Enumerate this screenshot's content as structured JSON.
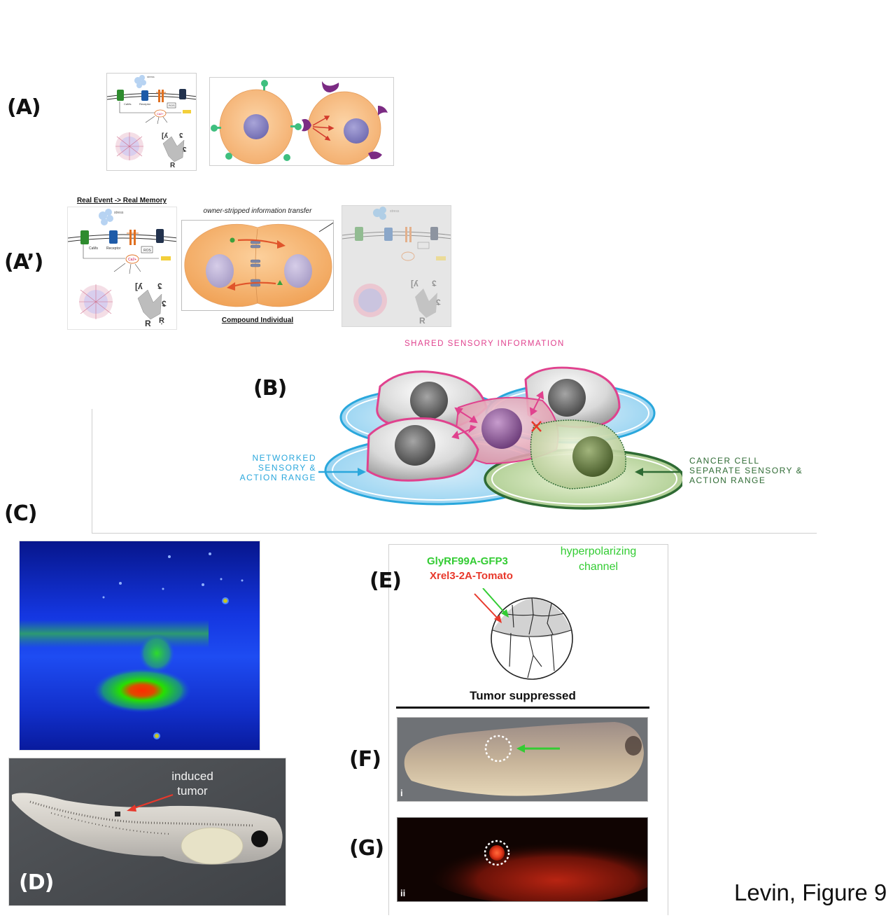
{
  "figure": {
    "credit": "Levin, Figure 9"
  },
  "panels": {
    "A": {
      "label": "(A)",
      "signaling_diagram": {
        "stress_label": "stress",
        "cams_label": "CaMs",
        "receptor_label": "Receptor",
        "ros_label": "ROS",
        "calcium_label": "Ca2+"
      }
    },
    "A_prime": {
      "label": "(A’)",
      "title": "Real Event -> Real Memory",
      "transfer_caption": "owner-stripped information transfer",
      "compound_caption": "Compound Individual",
      "signaling_diagram": {
        "stress_label": "stress",
        "cams_label": "CaMs",
        "receptor_label": "Receptor",
        "ros_label": "ROS",
        "calcium_label": "Ca2+"
      }
    },
    "B": {
      "label": "(B)",
      "top_caption": "SHARED SENSORY INFORMATION",
      "left_caption": [
        "NETWORKED",
        "SENSORY &",
        "ACTION RANGE"
      ],
      "right_caption": [
        "CANCER CELL",
        "SEPARATE SENSORY &",
        "ACTION RANGE"
      ]
    },
    "C": {
      "label": "(C)"
    },
    "D": {
      "label": "(D)",
      "annotation": [
        "induced",
        "tumor"
      ]
    },
    "E": {
      "label": "(E)",
      "construct_green": "GlyRF99A-GFP3",
      "construct_red": "Xrel3-2A-Tomato",
      "channel_note": [
        "hyperpolarizing",
        "channel"
      ],
      "result": "Tumor suppressed"
    },
    "F": {
      "label": "(F)",
      "subpanel_marker": "i"
    },
    "G": {
      "label": "(G)",
      "subpanel_marker": "ii"
    }
  },
  "colors": {
    "cyan_range": "#2aa7dc",
    "pink_membrane": "#e0428e",
    "cancer_green": "#2f6b34",
    "gfp_green": "#33cc33",
    "tomato_red": "#e8382b",
    "cell_orange": "#f7bd7f",
    "nucleus_purple": "#8c86c4"
  }
}
